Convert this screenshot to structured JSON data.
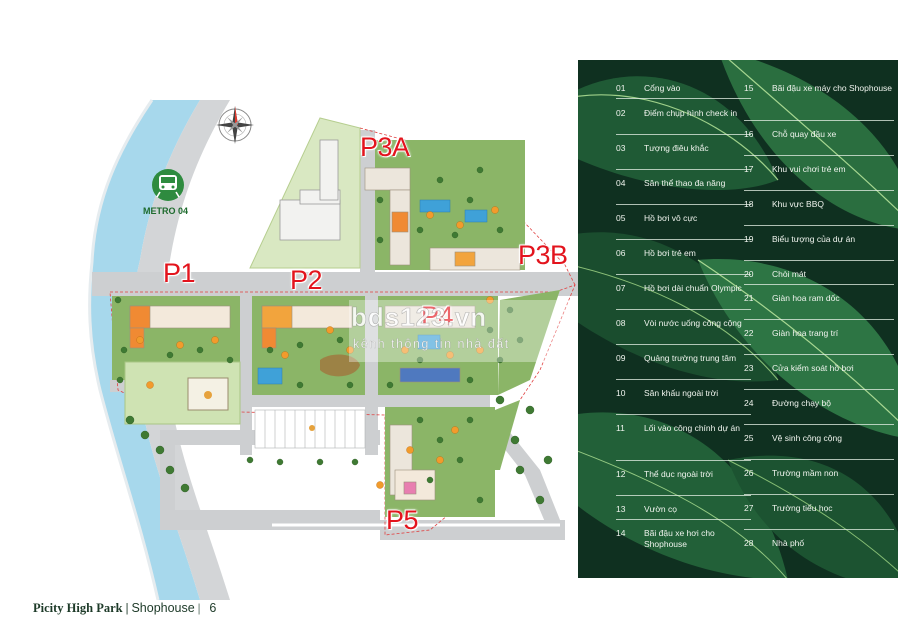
{
  "map": {
    "metro_label": "METRO 04",
    "phase_labels": [
      "P3A",
      "P3B",
      "P1",
      "P2",
      "P4",
      "P5"
    ]
  },
  "watermark": {
    "site": "bds123.vn",
    "tagline": "kênh thông tin nhà đất"
  },
  "legend": {
    "column1": [
      {
        "num": "01",
        "label": "Cổng vào"
      },
      {
        "num": "02",
        "label": "Điểm chụp hình check in"
      },
      {
        "num": "03",
        "label": "Tượng điêu khắc"
      },
      {
        "num": "04",
        "label": "Sân thể thao đa năng"
      },
      {
        "num": "05",
        "label": "Hồ bơi vô cực"
      },
      {
        "num": "06",
        "label": "Hồ bơi trẻ em"
      },
      {
        "num": "07",
        "label": "Hồ bơi dài chuẩn Olympic"
      },
      {
        "num": "08",
        "label": "Vòi nước uống công cộng"
      },
      {
        "num": "09",
        "label": "Quảng trường trung tâm"
      },
      {
        "num": "10",
        "label": "Sân khấu ngoài trời"
      },
      {
        "num": "11",
        "label": "Lối vào công chính dự án"
      },
      {
        "num": "12",
        "label": "Thể dục ngoài trời"
      },
      {
        "num": "13",
        "label": "Vườn cọ"
      },
      {
        "num": "14",
        "label": "Bãi đậu xe hơi cho Shophouse"
      }
    ],
    "column2": [
      {
        "num": "15",
        "label": "Bãi đậu xe máy cho Shophouse"
      },
      {
        "num": "16",
        "label": "Chỗ quay đầu xe"
      },
      {
        "num": "17",
        "label": "Khu vui chơi trẻ em"
      },
      {
        "num": "18",
        "label": "Khu vực BBQ"
      },
      {
        "num": "19",
        "label": "Biểu tượng của dự án"
      },
      {
        "num": "20",
        "label": "Chòi mát"
      },
      {
        "num": "21",
        "label": "Giàn hoa ram dốc"
      },
      {
        "num": "22",
        "label": "Giàn hoa trang trí"
      },
      {
        "num": "23",
        "label": "Cửa kiểm soát hồ bơi"
      },
      {
        "num": "24",
        "label": "Đường chạy bộ"
      },
      {
        "num": "25",
        "label": "Vệ sinh công cộng"
      },
      {
        "num": "26",
        "label": "Trường mầm non"
      },
      {
        "num": "27",
        "label": "Trường tiểu học"
      },
      {
        "num": "28",
        "label": "Nhà phố"
      }
    ]
  },
  "footer": {
    "brand": "Picity High Park",
    "separator": "|",
    "section": "Shophouse",
    "page_sep": "|",
    "page": "6"
  },
  "colors": {
    "phase_label": "#e3141d",
    "legend_bg": "#0d2a1b",
    "river": "#a7d8ec",
    "road": "#c9cbcd",
    "metro_icon": "#2e8b3f"
  }
}
